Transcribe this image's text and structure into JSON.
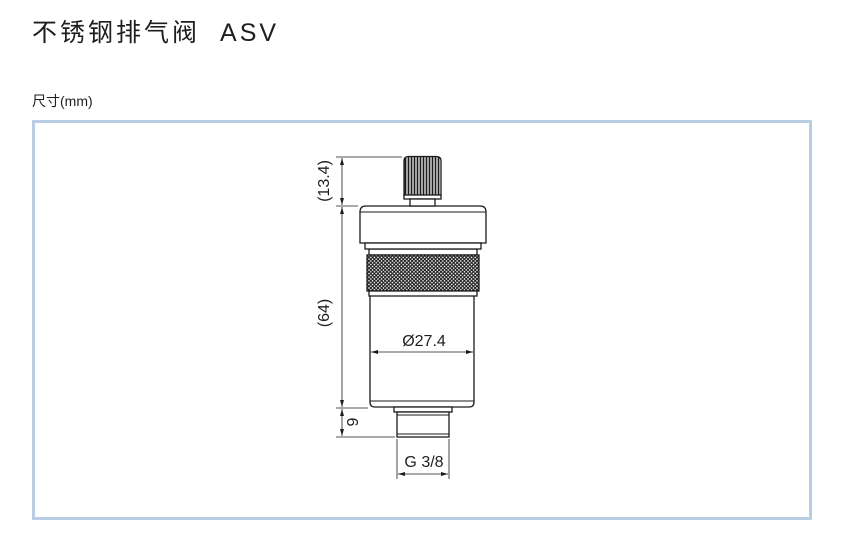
{
  "header": {
    "product_name": "不锈钢排气阀",
    "model": "ASV"
  },
  "section": {
    "label": "尺寸(mm)"
  },
  "drawing": {
    "knob_height": "(13.4)",
    "body_height": "(64)",
    "thread_length": "9",
    "body_diameter": "Ø27.4",
    "thread_size": "G 3/8"
  },
  "colors": {
    "frame_border": "#b9cee2",
    "line": "#1b1b1b",
    "text": "#1e1e1e"
  }
}
